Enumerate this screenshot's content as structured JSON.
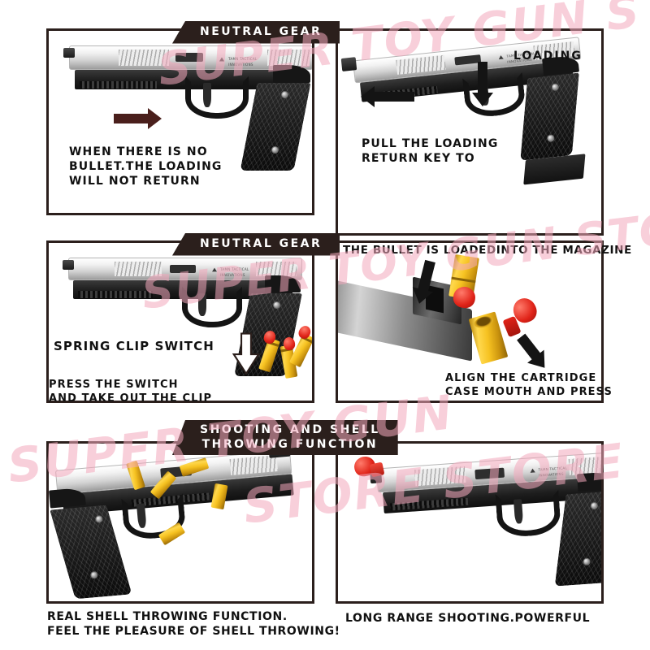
{
  "watermark": {
    "text_1": "SUPER TOY GUN STORE",
    "text_2": "SUPER TOY GUN STORE",
    "text_3": "SUPER TOY GUN",
    "text_4": "STORE STORE",
    "color": "#f4a9bd"
  },
  "theme": {
    "banner_bg": "#2b1f1c",
    "banner_text": "#ffffff",
    "border": "#2b1f1c",
    "page_bg": "#ffffff",
    "arrow_dark_red": "#4a1f1c",
    "arrow_black": "#141414",
    "shell_gold": "#f6c221",
    "bullet_red": "#e02318",
    "slide_silver": "#e8e8e8",
    "frame_black": "#141414"
  },
  "panels": [
    {
      "id": "panel-neutral-gear-1",
      "banner": "NEUTRAL GEAR",
      "caption": "WHEN THERE IS NO\nBULLET.THE LOADING\nWILL NOT RETURN",
      "arrow": "right-arrow-dark-red"
    },
    {
      "id": "panel-loading",
      "inline_title": "LOADING",
      "caption": "PULL THE LOADING\nRETURN KEY TO",
      "arrows": [
        "left-arrow-black",
        "down-arrow-black"
      ]
    },
    {
      "id": "panel-neutral-gear-2",
      "banner": "NEUTRAL GEAR",
      "caption_main": "SPRING CLIP SWITCH",
      "caption_sub": "PRESS THE SWITCH\nAND TAKE OUT THE CLIP",
      "arrow": "down-arrow-hollow"
    },
    {
      "id": "panel-load-magazine",
      "inline_title": "THE BULLET IS LOADEDINTO THE MAGAZINE",
      "caption": "ALIGN THE CARTRIDGE\nCASE MOUTH AND PRESS",
      "arrows": [
        "down-left-arrow-black",
        "down-right-arrow-black"
      ]
    },
    {
      "id": "panel-shell-throwing",
      "banner": "SHOOTING AND SHELL\nTHROWING FUNCTION",
      "caption": "REAL SHELL THROWING FUNCTION.\nFEEL THE PLEASURE OF SHELL THROWING!"
    },
    {
      "id": "panel-long-range",
      "caption": "LONG RANGE SHOOTING.POWERFUL"
    }
  ],
  "gun_markings": {
    "brand_line_1": "TAMN TACTICAL",
    "brand_line_2": "INNOVATIONS"
  }
}
